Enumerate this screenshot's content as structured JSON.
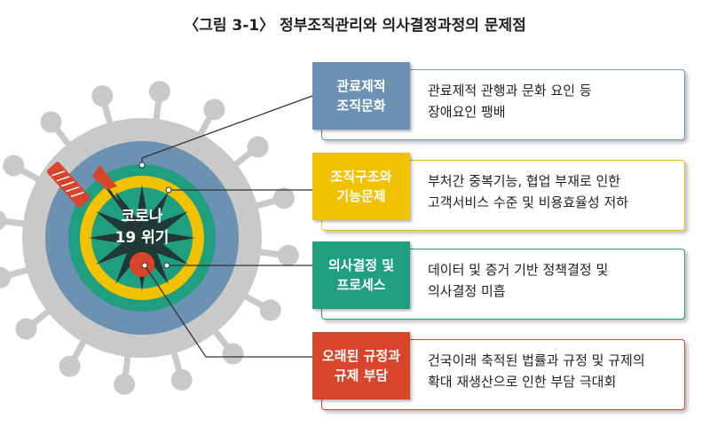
{
  "title": "〈그림 3-1〉 정부조직관리와 의사결정과정의 문제점",
  "center": {
    "line1": "코로나",
    "line2": "19 위기"
  },
  "items": [
    {
      "label1": "관료제적",
      "label2": "조직문화",
      "desc1": "관료제적 관행과 문화 요인 등",
      "desc2": "장애요인 팽배",
      "color": "#6b91b3",
      "border": "#6b91b3"
    },
    {
      "label1": "조직구조와",
      "label2": "기능문제",
      "desc1": "부처간 중복기능, 협업 부재로 인한",
      "desc2": "고객서비스 수준 및 비용효율성 저하",
      "color": "#f2c200",
      "border": "#f2c200"
    },
    {
      "label1": "의사결정 및",
      "label2": "프로세스",
      "desc1": "데이터 및 증거 기반 정책결정 및",
      "desc2": "의사결정 미흡",
      "color": "#1f9e80",
      "border": "#1f9e80"
    },
    {
      "label1": "오래된 규정과",
      "label2": "규제 부담",
      "desc1": "건국이래 축적된 법률과 규정 및 규제의",
      "desc2": "확대 재생산으로 인한 부담 극대회",
      "color": "#d9452b",
      "border": "#d9452b"
    }
  ],
  "colors": {
    "virus_gray": "#c9c9c9",
    "ring_blue": "#6b91b3",
    "ring_green": "#1f9e80",
    "ring_yellow": "#f2c200",
    "star_dark": "#1f3a34",
    "core_red": "#d9452b",
    "dart": "#d9452b"
  },
  "icons": [
    "dart-icon",
    "virus-icon"
  ]
}
